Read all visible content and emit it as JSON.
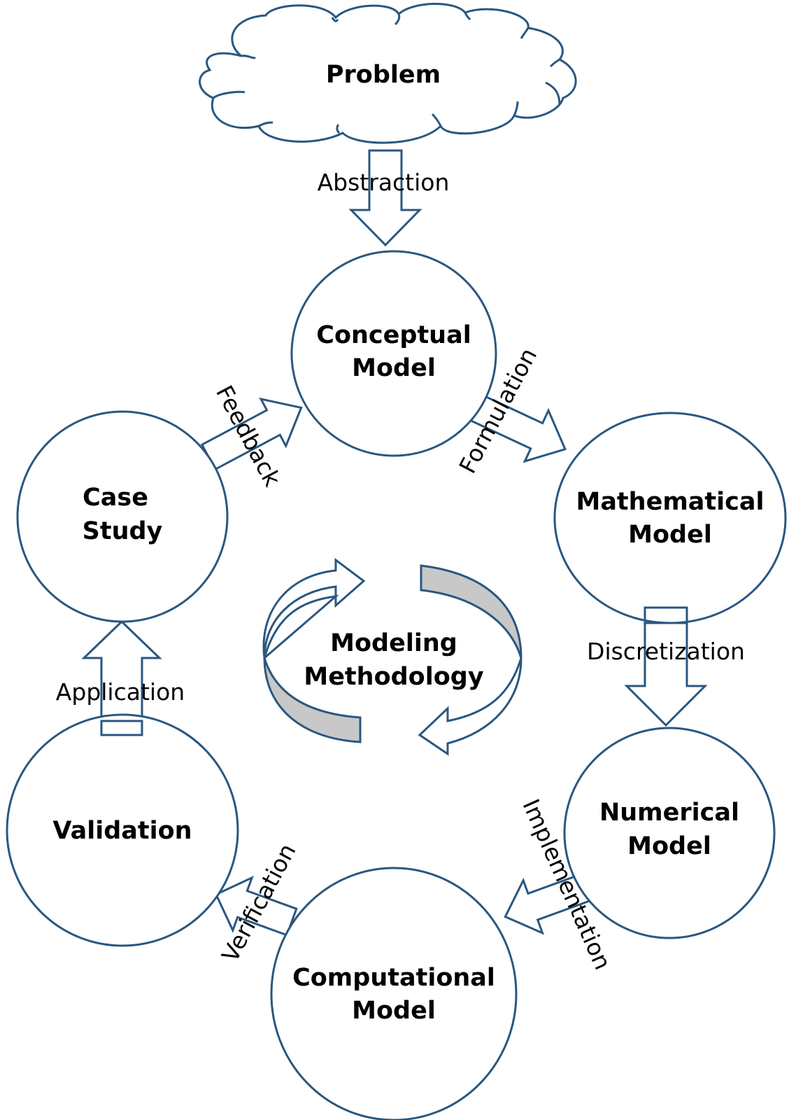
{
  "diagram": {
    "center_label": [
      "Modeling",
      "Methodology"
    ],
    "stroke_color": "#2a5780",
    "fill_grey": "#c8c8c8",
    "nodes": {
      "problem": [
        "Problem"
      ],
      "conceptual": [
        "Conceptual",
        "Model"
      ],
      "mathematical": [
        "Mathematical",
        "Model"
      ],
      "numerical": [
        "Numerical",
        "Model"
      ],
      "computational": [
        "Computational",
        "Model"
      ],
      "validation": [
        "Validation"
      ],
      "case_study": [
        "Case",
        "Study"
      ]
    },
    "edges": {
      "abstraction": "Abstraction",
      "formulation": "Formulation",
      "discretization": "Discretization",
      "implementation": "Implementation",
      "verification": "Verification",
      "application": "Application",
      "feedback": "Feedback"
    }
  }
}
